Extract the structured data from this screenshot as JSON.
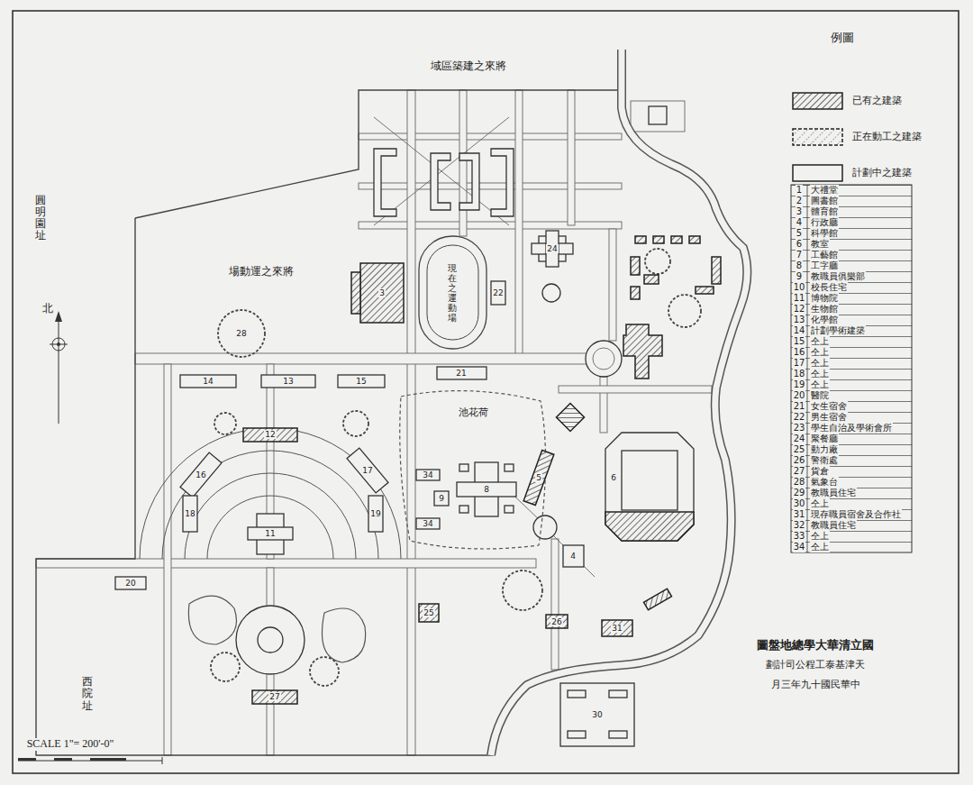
{
  "diagram": {
    "title": "國立清華大學總地盤圖",
    "labels": [
      "將來之建築區域",
      "圓明園址",
      "將來之運動場",
      "現在之運動場",
      "荷花池",
      "西院址",
      "北",
      "SCALE 1\"= 200'-0\"",
      "24",
      "22",
      "3",
      "21",
      "14",
      "13",
      "15",
      "28",
      "12",
      "16",
      "17",
      "18",
      "19",
      "11",
      "20",
      "34",
      "9",
      "8",
      "34",
      "5",
      "6",
      "4",
      "25",
      "26",
      "31",
      "27",
      "30",
      "天津基泰工程公司計劃",
      "中華民國十九年三月",
      "圖例",
      "1",
      "大禮堂",
      "2",
      "圖書館",
      "3",
      "體育館",
      "4",
      "行政廳",
      "5",
      "科學館",
      "6",
      "教室",
      "7",
      "工藝館",
      "8",
      "工字廳",
      "9",
      "教職員俱樂部",
      "10",
      "校長住宅",
      "11",
      "博物院",
      "12",
      "生物館",
      "13",
      "化學館",
      "14",
      "計劃學術建築",
      "15",
      "仝上",
      "16",
      "仝上",
      "17",
      "仝上",
      "18",
      "仝上",
      "19",
      "仝上",
      "20",
      "醫院",
      "21",
      "女生宿舍",
      "22",
      "男生宿舍",
      "23",
      "學生自治及學術會所",
      "24",
      "聚餐廳",
      "25",
      "動力廠",
      "26",
      "警衛處",
      "27",
      "貨倉",
      "28",
      "氣象台",
      "29",
      "教職員住宅",
      "30",
      "仝上",
      "31",
      "現存職員宿舍及合作社",
      "32",
      "教職員住宅",
      "33",
      "仝上",
      "34",
      "仝上"
    ],
    "legend": [
      {
        "text": "已有之建築"
      },
      {
        "text": "正在動工之建築"
      },
      {
        "text": "計劃中之建築"
      }
    ]
  }
}
